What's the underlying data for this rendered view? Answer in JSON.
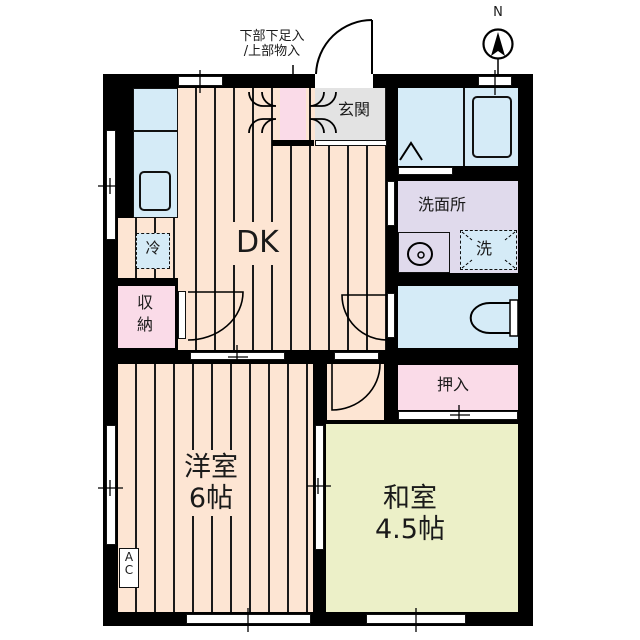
{
  "compass": {
    "label": "N"
  },
  "note": {
    "line1": "下部下足入",
    "line2": "/上部物入"
  },
  "rooms": {
    "entrance": {
      "label": "玄関"
    },
    "dk": {
      "label": "DK"
    },
    "washroom": {
      "label": "洗面所"
    },
    "washer": {
      "label": "洗"
    },
    "fridge": {
      "label": "冷"
    },
    "storage": {
      "label": "収納"
    },
    "western": {
      "name": "洋室",
      "size": "6帖"
    },
    "japanese": {
      "name": "和室",
      "size": "4.5帖"
    },
    "closet": {
      "label": "押入"
    },
    "ac": {
      "label": "AC"
    }
  },
  "colors": {
    "wood_floor": "#fde5d3",
    "wet_area": "#d5ebf7",
    "washroom": "#e0daec",
    "storage": "#fadbe8",
    "tatami": "#ecf0c8",
    "entrance": "#e3e3e3",
    "wall": "#000000"
  }
}
